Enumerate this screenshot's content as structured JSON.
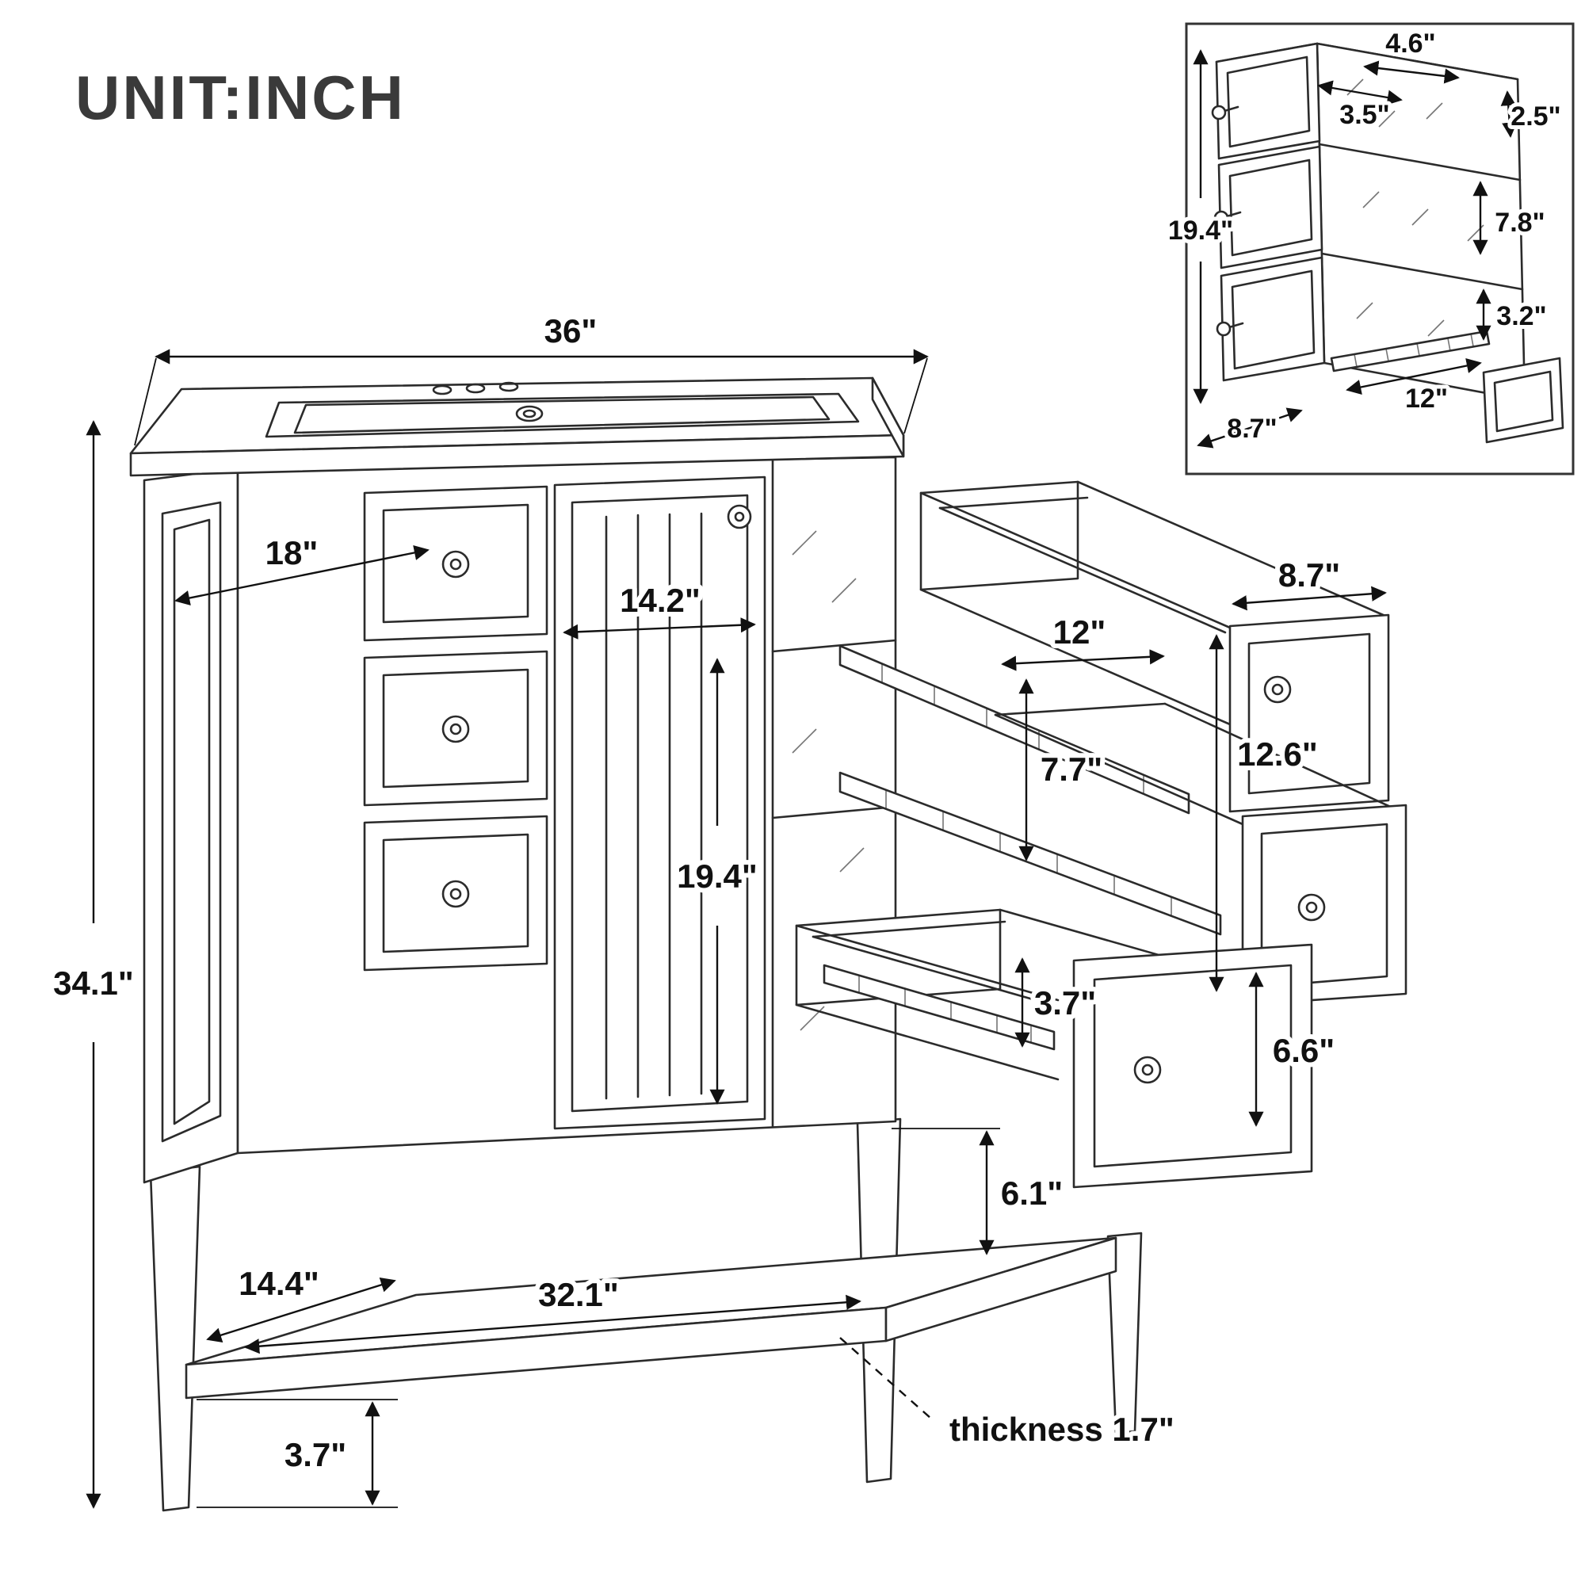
{
  "title": "UNIT:INCH",
  "colors": {
    "ink": "#2b2b2b",
    "dimension_ink": "#111111",
    "background": "#ffffff"
  },
  "main_view": {
    "labels": {
      "overall_width": "36\"",
      "counter_depth": "18\"",
      "overall_height": "34.1\"",
      "door_width": "14.2\"",
      "door_height": "19.4\"",
      "drawer_slide_length": "12\"",
      "side_drawer_width": "8.7\"",
      "side_drawer_box_height": "7.7\"",
      "side_drawers_total_height": "12.6\"",
      "bottom_drawer_box_height": "3.7\"",
      "bottom_drawer_front_height": "6.6\"",
      "shelf_clearance": "6.1\"",
      "shelf_width": "32.1\"",
      "shelf_depth": "14.4\"",
      "leg_height": "3.7\"",
      "shelf_thickness_note": "thickness 1.7\""
    }
  },
  "inset_view": {
    "labels": {
      "top_back_width": "4.6\"",
      "top_opening_width": "3.5\"",
      "top_drawer_height": "2.5\"",
      "middle_drawer_height": "7.8\"",
      "bottom_drawer_height": "3.2\"",
      "slide_length": "12\"",
      "total_height": "19.4\"",
      "depth": "8.7\""
    }
  }
}
